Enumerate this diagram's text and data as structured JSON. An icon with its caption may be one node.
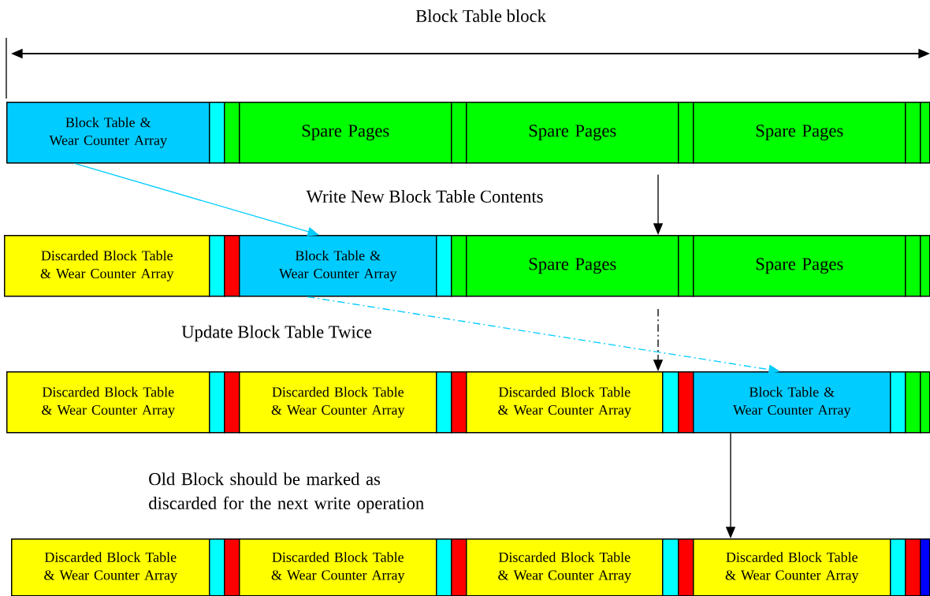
{
  "diagram": {
    "nodes": [
      {
        "text": [
          "Block Table & Wear Counter Array"
        ]
      },
      {
        "text": [],
        "shape": "bar"
      },
      {
        "text": [],
        "shape": "bar"
      },
      {
        "text": [
          "Spare Pages"
        ]
      },
      {
        "text": [],
        "shape": "bar"
      },
      {
        "text": [
          "Spare Pages"
        ]
      },
      {
        "text": [],
        "shape": "bar"
      },
      {
        "text": [
          "Spare Pages"
        ]
      },
      {
        "text": [],
        "shape": "bar"
      },
      {
        "text": [],
        "shape": "bar"
      },
      {
        "text": [
          "Discarded Block Table & Wear Counter Array"
        ]
      },
      {
        "text": [],
        "shape": "bar"
      },
      {
        "text": [],
        "shape": "bar"
      },
      {
        "text": [
          "Block Table & Wear Counter Array"
        ]
      },
      {
        "text": [],
        "shape": "bar"
      },
      {
        "text": [],
        "shape": "bar"
      },
      {
        "text": [
          "Spare Pages"
        ]
      },
      {
        "text": [],
        "shape": "bar"
      },
      {
        "text": [
          "Spare Pages"
        ]
      },
      {
        "text": [],
        "shape": "bar"
      },
      {
        "text": [],
        "shape": "bar"
      },
      {
        "text": [
          "Discarded Block Table & Wear Counter Array"
        ]
      },
      {
        "text": [],
        "shape": "bar"
      },
      {
        "text": [],
        "shape": "bar"
      },
      {
        "text": [
          "Discarded Block Table & Wear Counter Array"
        ]
      },
      {
        "text": [],
        "shape": "bar"
      },
      {
        "text": [],
        "shape": "bar"
      },
      {
        "text": [
          "Discarded Block Table & Wear Counter Array"
        ]
      },
      {
        "text": [],
        "shape": "bar"
      },
      {
        "text": [],
        "shape": "bar"
      },
      {
        "text": [
          "Block Table & Wear Counter Array"
        ]
      },
      {
        "text": [],
        "shape": "bar"
      },
      {
        "text": [],
        "shape": "bar"
      },
      {
        "text": [],
        "shape": "bar"
      },
      {
        "text": [
          "Discarded Block Table & Wear Counter Array"
        ]
      },
      {
        "text": [],
        "shape": "bar"
      },
      {
        "text": [],
        "shape": "bar"
      },
      {
        "text": [
          "Discarded Block Table & Wear Counter Array"
        ]
      },
      {
        "text": [],
        "shape": "bar"
      },
      {
        "text": [],
        "shape": "bar"
      },
      {
        "text": [
          "Discarded Block Table & Wear Counter Array"
        ]
      },
      {
        "text": [],
        "shape": "bar"
      },
      {
        "text": [],
        "shape": "bar"
      },
      {
        "text": [
          "Discarded Block Table & Wear Counter Array"
        ]
      },
      {
        "text": [],
        "shape": "bar"
      },
      {
        "text": [],
        "shape": "bar"
      },
      {
        "text": [],
        "shape": "bar"
      }
    ],
    "edges": [
      {
        "from": 0,
        "to": 13,
        "arrow": "to",
        "color": "#00ccff"
      },
      {
        "from": 5,
        "to": 16,
        "arrow": "to"
      },
      {
        "from": 13,
        "to": 30,
        "arrow": "to",
        "style": "dashed",
        "color": "#00ccff"
      },
      {
        "from": null,
        "to": 27,
        "arrow": "to",
        "style": "dashed"
      },
      {
        "from": 30,
        "to": 43,
        "arrow": "to"
      }
    ],
    "labels": [
      "Block Table block",
      "Write New Block Table Contents",
      "Update Block Table Twice",
      "Old Block should be marked as discarded for the next write operation"
    ]
  }
}
